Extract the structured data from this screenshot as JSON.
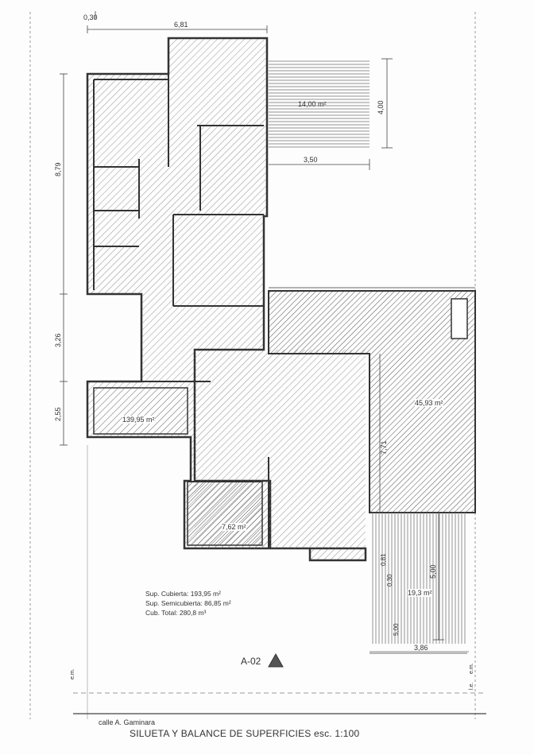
{
  "plan": {
    "top_margin_dim": "0,30",
    "dims": {
      "width_top": "6,81",
      "height_upper": "8,79",
      "height_mid": "3,26",
      "height_lower": "2,55",
      "deck_height": "4,00",
      "deck_width": "3,50",
      "covered_length": "7,71",
      "pool_w": "3,86",
      "pool_h": "5,00",
      "pool_h2": "5,00",
      "small_a": "0,81",
      "small_b": "0,30"
    },
    "areas": {
      "deck": "14,00 m²",
      "main": "139,95 m²",
      "covered": "45,93 m²",
      "small_room": "7,62 m²",
      "pool": "19,3 m²"
    },
    "summary": [
      "Sup. Cubierta: 193,95 m²",
      "Sup. Semicubierta: 86,85 m²",
      "Cub. Total: 280,8 m³"
    ],
    "sheet_code": "A-02",
    "edge_marks": {
      "left": "e.m.",
      "right_em": "e.m.",
      "right_le": "l.e."
    },
    "street": "calle A. Gaminara",
    "title": "SILUETA Y BALANCE DE SUPERFICIES esc. 1:100"
  }
}
